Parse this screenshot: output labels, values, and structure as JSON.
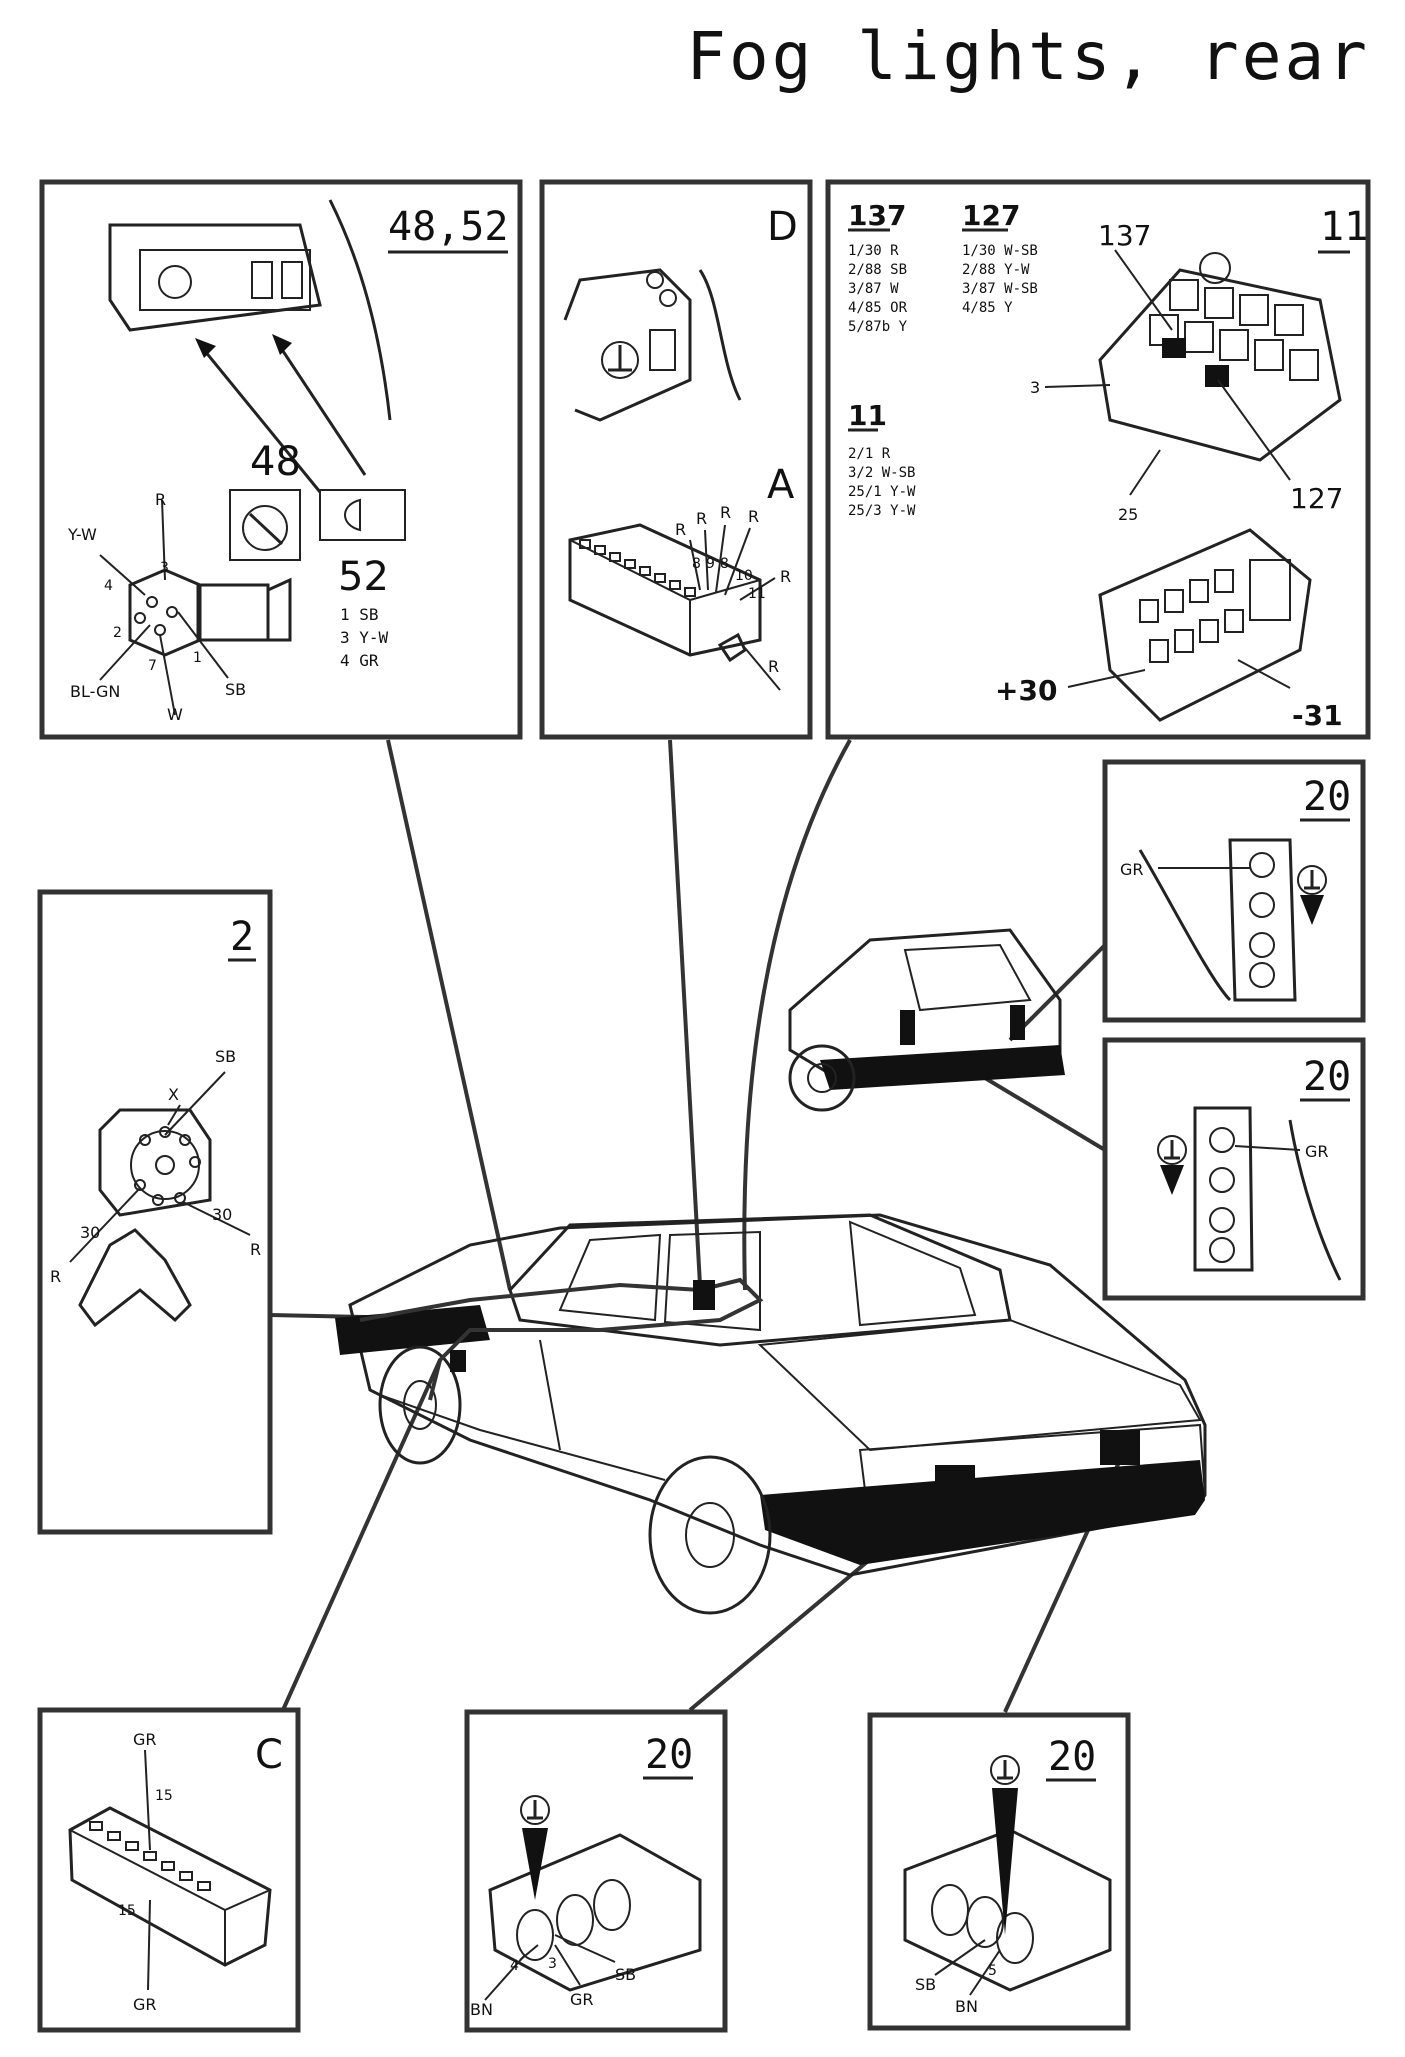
{
  "title": "Fog lights, rear",
  "panels": {
    "switch": {
      "id": "48,52",
      "sw48": "48",
      "sw52": "52",
      "pins": [
        "R",
        "Y-W",
        "3",
        "4",
        "2",
        "BL-GN",
        "7",
        "W",
        "1",
        "SB"
      ],
      "legend": [
        "1 SB",
        "3 Y-W",
        "4 GR"
      ]
    },
    "connector_d": {
      "id": "D",
      "id2": "A",
      "pins": [
        "R",
        "R",
        "R",
        "R",
        "8",
        "9",
        "8",
        "10",
        "11",
        "R",
        "R"
      ]
    },
    "relay": {
      "id": "11",
      "r137": {
        "label": "137",
        "rows": [
          "1/30 R",
          "2/88 SB",
          "3/87 W",
          "4/85 OR",
          "5/87b Y"
        ]
      },
      "r127": {
        "label": "127",
        "rows": [
          "1/30 W-SB",
          "2/88 Y-W",
          "3/87 W-SB",
          "4/85 Y"
        ]
      },
      "r11": {
        "label": "11",
        "rows": [
          "2/1 R",
          "3/2 W-SB",
          "25/1 Y-W",
          "25/3 Y-W"
        ]
      },
      "callouts": [
        "137",
        "3",
        "127",
        "25",
        "+30",
        "-31"
      ]
    },
    "lamp_wagon_top": {
      "id": "20",
      "wire": "GR"
    },
    "lamp_wagon_bottom": {
      "id": "20",
      "wire": "GR"
    },
    "ignition": {
      "id": "2",
      "labels": [
        "SB",
        "X",
        "30",
        "30",
        "R",
        "R"
      ]
    },
    "connector_c": {
      "id": "C",
      "labels": [
        "GR",
        "15",
        "15",
        "GR"
      ]
    },
    "sedan_left": {
      "id": "20",
      "labels": [
        "BN",
        "4",
        "3",
        "GR",
        "SB"
      ]
    },
    "sedan_right": {
      "id": "20",
      "labels": [
        "SB",
        "BN",
        "5"
      ]
    }
  }
}
